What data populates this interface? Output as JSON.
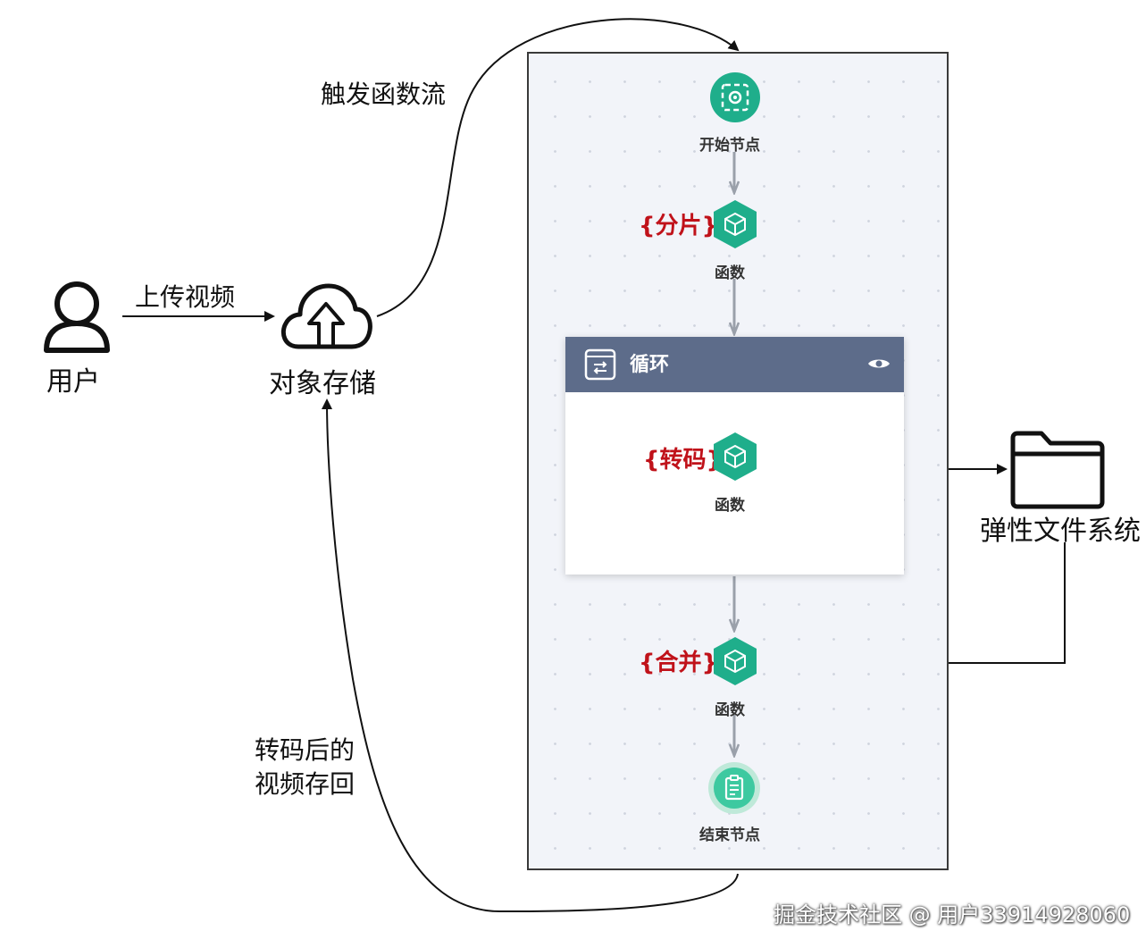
{
  "actors": {
    "user_label": "用户",
    "storage_label": "对象存储",
    "fs_label": "弹性文件系统"
  },
  "edges": {
    "upload_label": "上传视频",
    "trigger_label": "触发函数流",
    "return_label_line1": "转码后的",
    "return_label_line2": "视频存回"
  },
  "flow": {
    "start_node": "开始节点",
    "split_tag": "{分片}",
    "split_caption": "函数",
    "loop_title": "循环",
    "transcode_tag": "{转码}",
    "transcode_caption": "函数",
    "merge_tag": "{合并}",
    "merge_caption": "函数",
    "end_node": "结束节点"
  },
  "watermark": "掘金技术社区 @ 用户33914928060",
  "colors": {
    "node_green": "#1fae8b",
    "node_green_light": "#3dc9a0",
    "loop_header": "#5d6c8a",
    "tag_red": "#c0121a"
  },
  "icons": [
    "user-icon",
    "cloud-upload-icon",
    "folder-icon",
    "start-target-icon",
    "cube-icon",
    "loop-icon",
    "eye-icon",
    "clipboard-icon"
  ]
}
